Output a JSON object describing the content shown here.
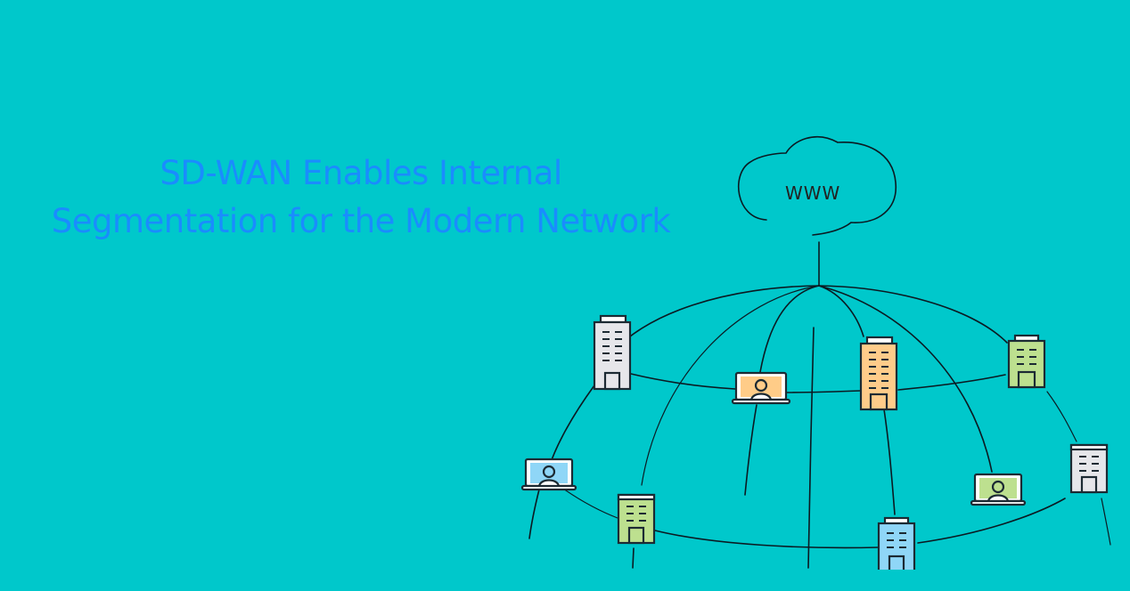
{
  "banner": {
    "title_line1": "SD-WAN Enables Internal",
    "title_line2": "Segmentation for the Modern Network",
    "title_color": "#1a8cff",
    "background_color": "#00c8cb"
  },
  "diagram": {
    "cloud_label": "WWW",
    "nodes": [
      {
        "type": "building",
        "color": "gray",
        "fill": "#e6e6ea"
      },
      {
        "type": "laptop",
        "color": "orange",
        "fill": "#ffcc88"
      },
      {
        "type": "building",
        "color": "orange",
        "fill": "#ffcc8a"
      },
      {
        "type": "building",
        "color": "green",
        "fill": "#bde08f"
      },
      {
        "type": "laptop",
        "color": "blue",
        "fill": "#8fd6f7"
      },
      {
        "type": "building",
        "color": "green",
        "fill": "#bde08f"
      },
      {
        "type": "laptop",
        "color": "green",
        "fill": "#bde08f"
      },
      {
        "type": "building",
        "color": "gray",
        "fill": "#e6e6ea"
      },
      {
        "type": "building",
        "color": "blue",
        "fill": "#8fd6f7"
      }
    ]
  }
}
